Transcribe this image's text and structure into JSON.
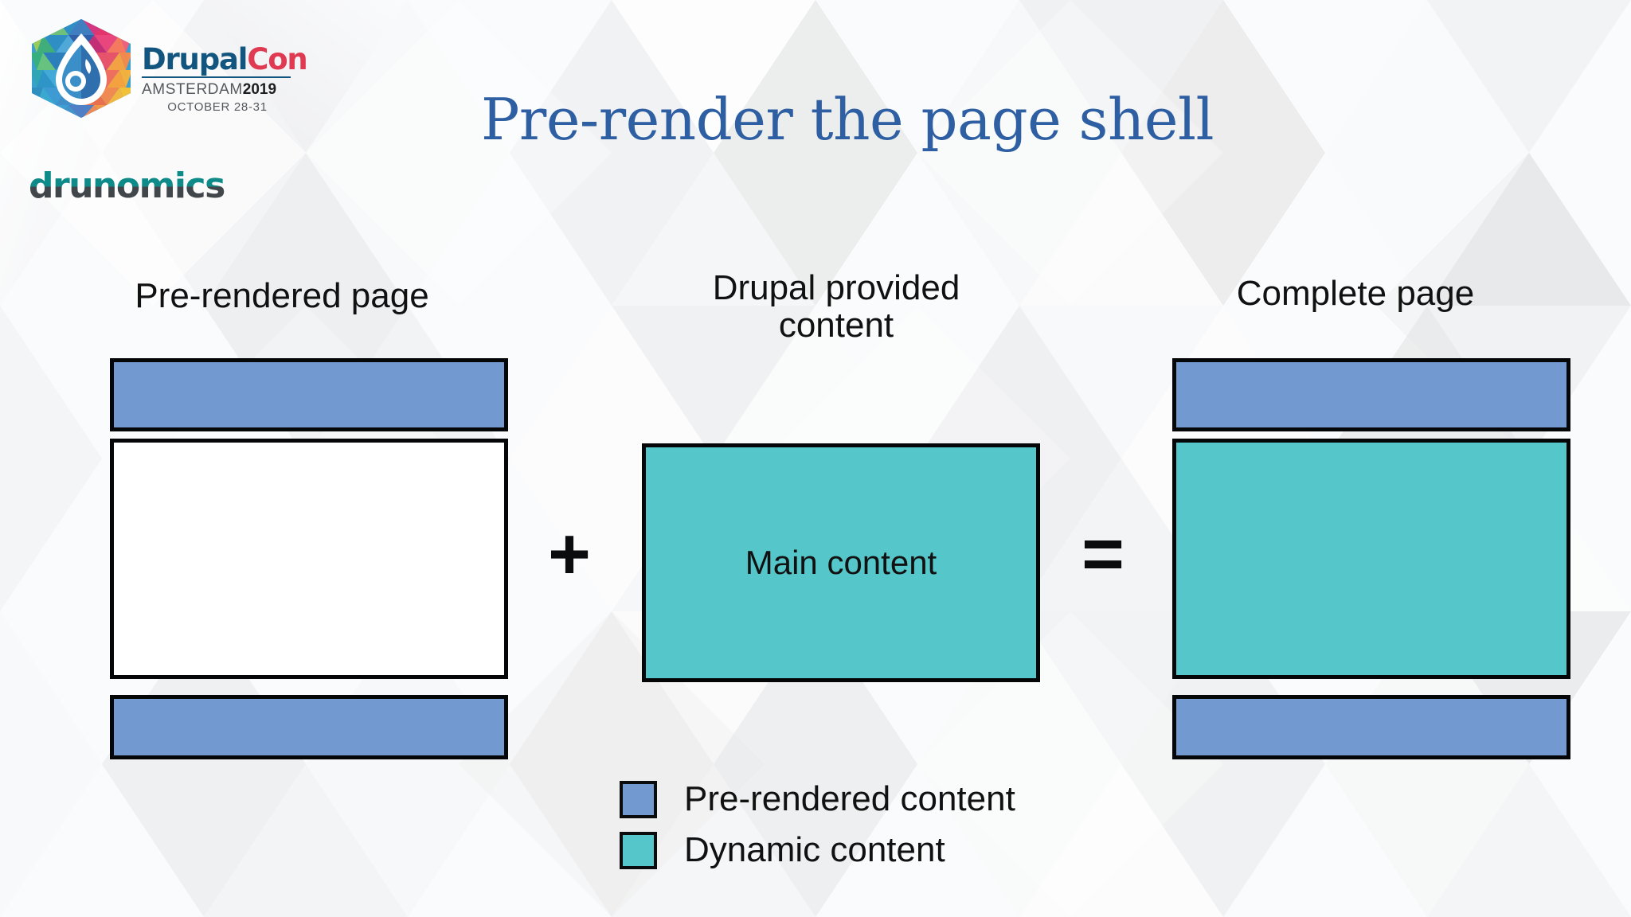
{
  "branding": {
    "drupalcon": {
      "word_primary": "Drupal",
      "word_accent": "Con",
      "city": "AMSTERDAM",
      "year": "2019",
      "dates": "OCTOBER 28-31",
      "primary_color": "#12567f",
      "accent_color": "#e03a52"
    },
    "drunomics": {
      "name": "drunomics",
      "top_color": "#0e8a88",
      "bottom_color": "#414548"
    }
  },
  "title": "Pre-render the page shell",
  "title_color": "#2e5fa3",
  "colors": {
    "prerendered": "#729ad0",
    "dynamic": "#55c6c9",
    "empty": "#ffffff",
    "outline": "#050608"
  },
  "diagram": {
    "columns": [
      {
        "id": "pre-rendered-page",
        "label": "Pre-rendered page",
        "blocks": [
          {
            "id": "header",
            "kind": "prerendered",
            "text": ""
          },
          {
            "id": "body",
            "kind": "empty",
            "text": ""
          },
          {
            "id": "footer",
            "kind": "prerendered",
            "text": ""
          }
        ]
      },
      {
        "id": "drupal-provided-content",
        "label": "Drupal provided\ncontent",
        "label_line1": "Drupal provided",
        "label_line2": "content",
        "blocks": [
          {
            "id": "main",
            "kind": "dynamic",
            "text": "Main content"
          }
        ]
      },
      {
        "id": "complete-page",
        "label": "Complete page",
        "blocks": [
          {
            "id": "header",
            "kind": "prerendered",
            "text": ""
          },
          {
            "id": "body",
            "kind": "dynamic",
            "text": ""
          },
          {
            "id": "footer",
            "kind": "prerendered",
            "text": ""
          }
        ]
      }
    ],
    "operators": {
      "plus": "+",
      "equals": "="
    },
    "main_content_text": "Main content"
  },
  "legend": {
    "items": [
      {
        "label": "Pre-rendered content",
        "color": "#729ad0"
      },
      {
        "label": "Dynamic content",
        "color": "#55c6c9"
      }
    ]
  }
}
